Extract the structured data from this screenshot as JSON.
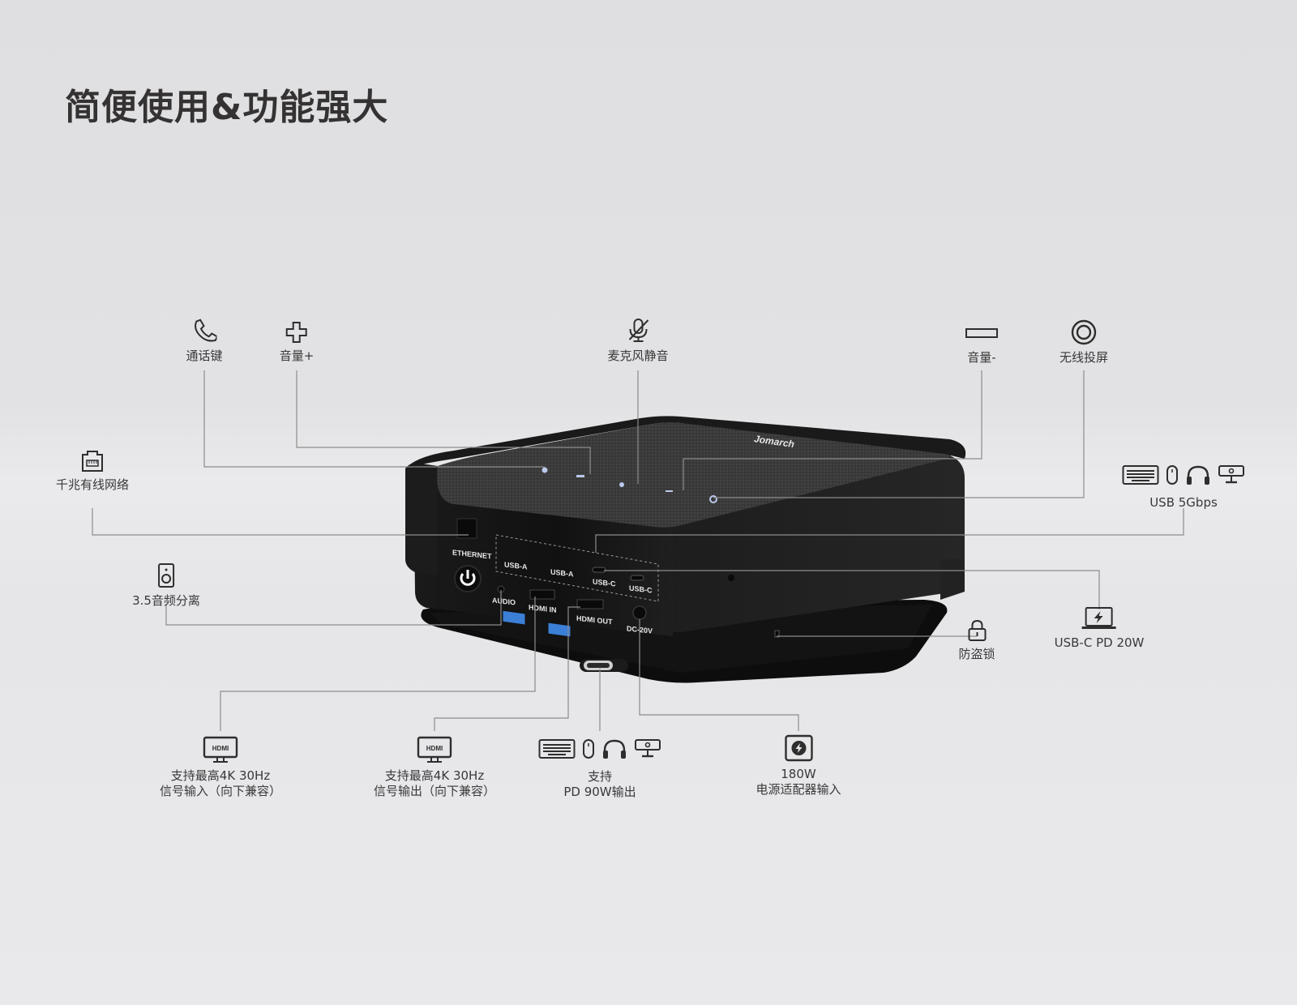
{
  "title": "简便使用&功能强大",
  "brand_logo": "Jomarch",
  "top_callouts": [
    {
      "id": "call",
      "icon": "phone-icon",
      "label": "通话键"
    },
    {
      "id": "vol-up",
      "icon": "plus-icon",
      "label": "音量+"
    },
    {
      "id": "mic-mute",
      "icon": "mic-mute-icon",
      "label": "麦克风静音"
    },
    {
      "id": "vol-down",
      "icon": "minus-icon",
      "label": "音量-"
    },
    {
      "id": "cast",
      "icon": "wireless-cast-icon",
      "label": "无线投屏"
    }
  ],
  "side_callouts": [
    {
      "id": "ethernet",
      "icon": "ethernet-icon",
      "label": "千兆有线网络"
    },
    {
      "id": "audio",
      "icon": "speaker-icon",
      "label": "3.5音频分离"
    },
    {
      "id": "usb",
      "icons": [
        "keyboard-icon",
        "mouse-icon",
        "headphones-icon",
        "webcam-icon"
      ],
      "label": "USB  5Gbps"
    },
    {
      "id": "lock",
      "icon": "lock-icon",
      "label": "防盗锁"
    },
    {
      "id": "usbc-pd",
      "icon": "laptop-charge-icon",
      "label": "USB-C  PD 20W"
    }
  ],
  "bottom_callouts": [
    {
      "id": "hdmi-in",
      "icon": "hdmi-monitor-icon",
      "icon_text": "HDMI",
      "line1": "支持最高4K 30Hz",
      "line2": "信号输入（向下兼容）"
    },
    {
      "id": "hdmi-out",
      "icon": "hdmi-monitor-icon",
      "icon_text": "HDMI",
      "line1": "支持最高4K 30Hz",
      "line2": "信号输出（向下兼容）"
    },
    {
      "id": "pd-out",
      "icons": [
        "keyboard-icon",
        "mouse-icon",
        "headphones-icon",
        "webcam-icon"
      ],
      "line1": "支持",
      "line2": "PD 90W输出"
    },
    {
      "id": "power-in",
      "icon": "power-bolt-icon",
      "line1": "180W",
      "line2": "电源适配器输入"
    }
  ],
  "device_ports": {
    "ethernet": "ETHERNET",
    "usb_a_1": "USB-A",
    "usb_a_2": "USB-A",
    "usb_c_1": "USB-C",
    "usb_c_2": "USB-C",
    "audio": "AUDIO",
    "hdmi_in": "HDMI IN",
    "hdmi_out": "HDMI OUT",
    "dc": "DC-20V"
  },
  "colors": {
    "background": "#e2e2e4",
    "text": "#3a3839",
    "device": "#161616",
    "fabric": "#3c3c3c",
    "line": "#8c8c8c",
    "usb_blue": "#3b7fd6"
  }
}
